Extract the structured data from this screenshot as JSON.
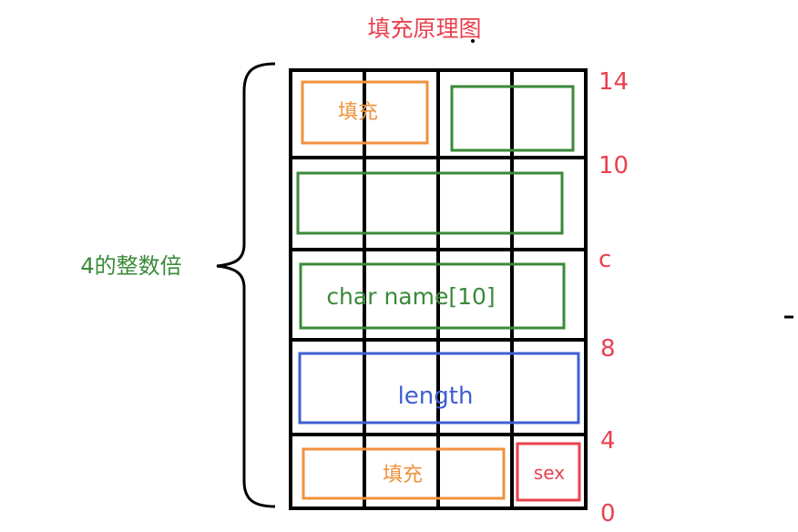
{
  "title": "填充原理图",
  "brace_label": "4的整数倍",
  "offsets": [
    "14",
    "10",
    "c",
    "8",
    "4",
    "0"
  ],
  "fields": {
    "padding_top": "填充",
    "name": "char name[10]",
    "length": "length",
    "padding_bottom": "填充",
    "sex": "sex"
  },
  "colors": {
    "title": "#e8414f",
    "offset": "#e8414f",
    "brace_label": "#3a8a3a",
    "padding": "#f0923c",
    "name": "#3a8a3a",
    "length": "#3f5fd0",
    "sex": "#e8414f",
    "grid": "#000000"
  }
}
